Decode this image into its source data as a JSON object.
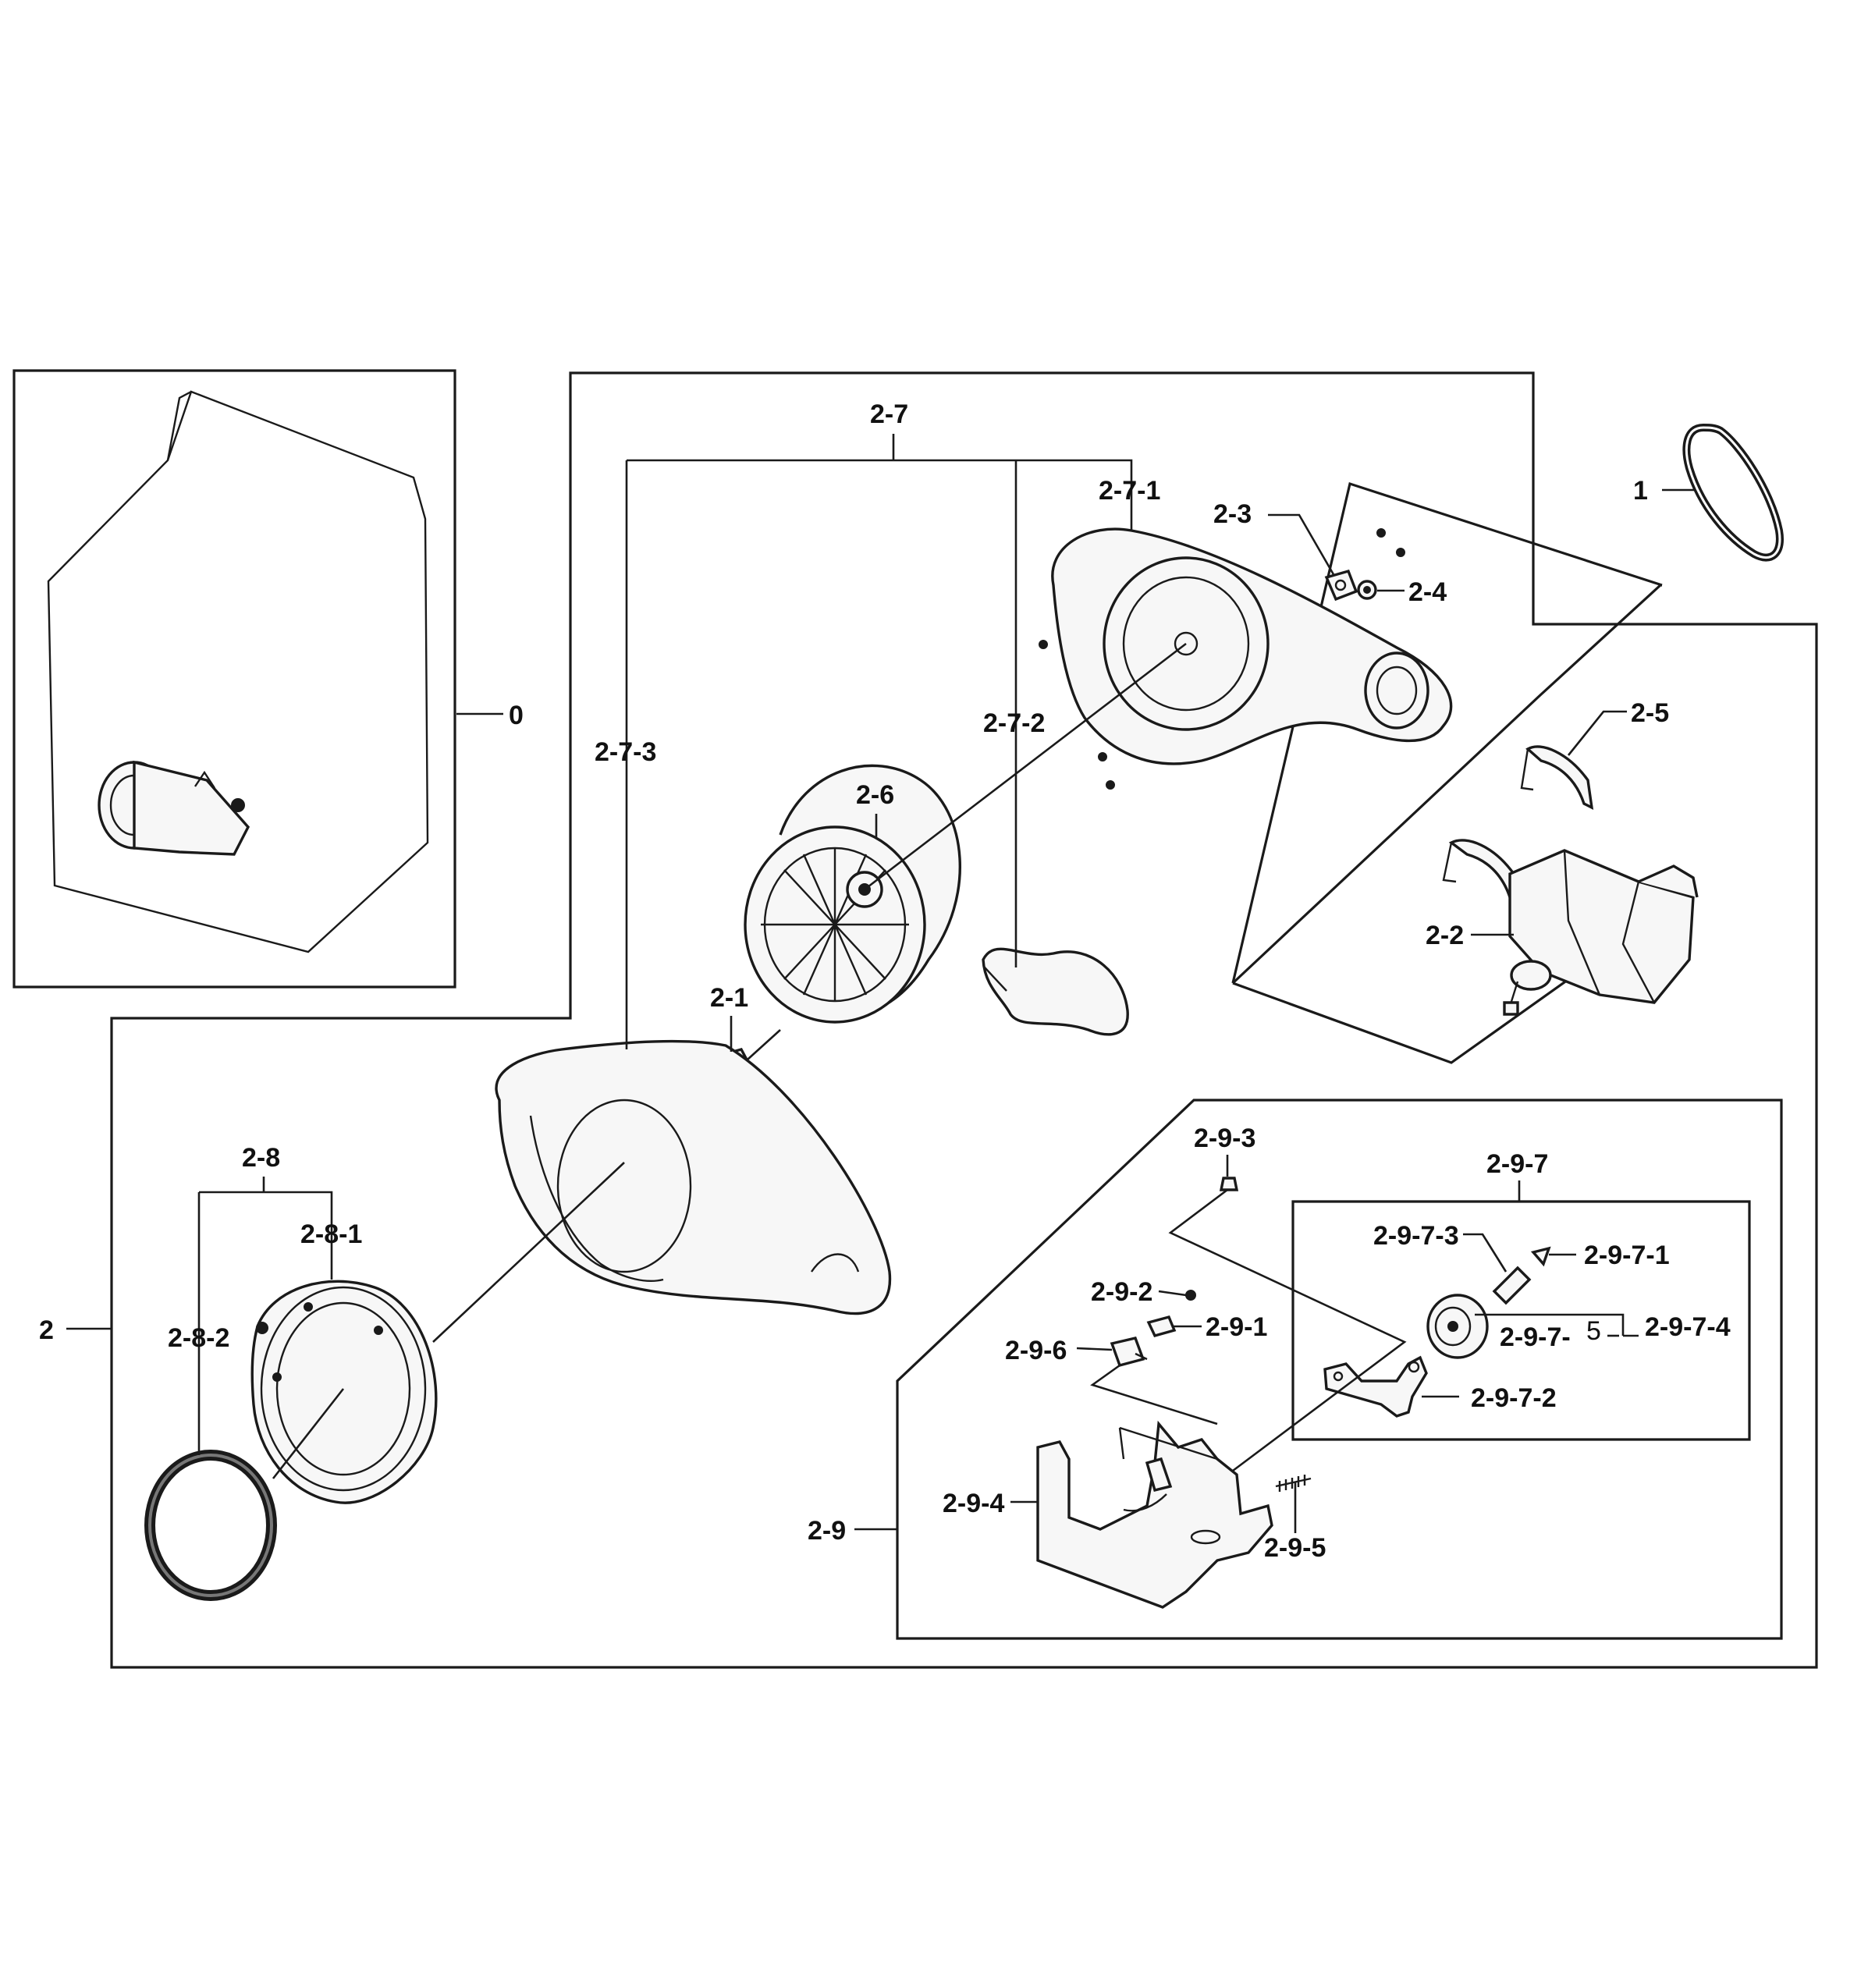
{
  "labels": {
    "l_0": "0",
    "l_1": "1",
    "l_2": "2",
    "l_2_1": "2-1",
    "l_2_2": "2-2",
    "l_2_3": "2-3",
    "l_2_4": "2-4",
    "l_2_5": "2-5",
    "l_2_6": "2-6",
    "l_2_7": "2-7",
    "l_2_7_1": "2-7-1",
    "l_2_7_2": "2-7-2",
    "l_2_7_3": "2-7-3",
    "l_2_8": "2-8",
    "l_2_8_1": "2-8-1",
    "l_2_8_2": "2-8-2",
    "l_2_9": "2-9",
    "l_2_9_1": "2-9-1",
    "l_2_9_2": "2-9-2",
    "l_2_9_3": "2-9-3",
    "l_2_9_4": "2-9-4",
    "l_2_9_5": "2-9-5",
    "l_2_9_6": "2-9-6",
    "l_2_9_7": "2-9-7",
    "l_2_9_7_1": "2-9-7-1",
    "l_2_9_7_2": "2-9-7-2",
    "l_2_9_7_3": "2-9-7-3",
    "l_2_9_7_4": "2-9-7-4",
    "l_2_9_7_5a": "2-9-7-",
    "l_2_9_7_5b": "5"
  }
}
